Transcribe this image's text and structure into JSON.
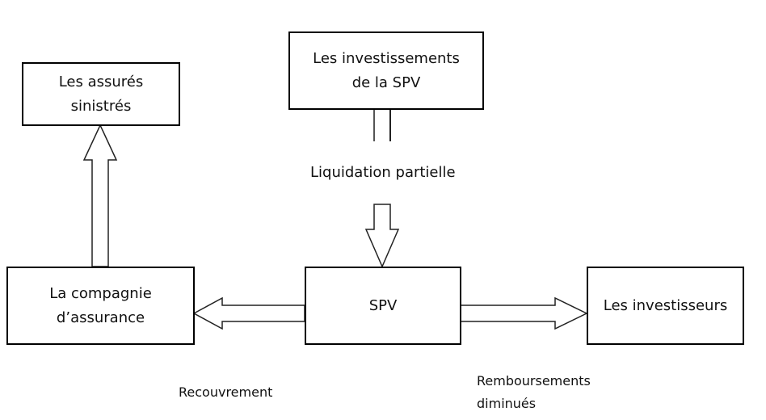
{
  "diagram": {
    "nodes": {
      "insured": {
        "lines": [
          "Les assurés",
          "sinistrés"
        ]
      },
      "investments": {
        "lines": [
          "Les investissements",
          "de la SPV"
        ]
      },
      "insurer": {
        "lines": [
          "La compagnie",
          "d’assurance"
        ]
      },
      "spv": {
        "lines": [
          "SPV"
        ]
      },
      "investors": {
        "lines": [
          "Les investisseurs"
        ]
      }
    },
    "edges": [
      {
        "from": "insurer",
        "to": "insured",
        "label": ""
      },
      {
        "from": "investments",
        "to": "spv",
        "label": "Liquidation partielle"
      },
      {
        "from": "spv",
        "to": "insurer",
        "label": "Recouvrement"
      },
      {
        "from": "spv",
        "to": "investors",
        "label": "Remboursements diminués"
      }
    ],
    "labels": {
      "liquidation": "Liquidation partielle",
      "recovery": "Recouvrement",
      "repayments_line1": "Remboursements",
      "repayments_line2": "diminués"
    },
    "colors": {
      "stroke": "#000000",
      "arrow_stroke": "#222222",
      "background": "#ffffff"
    }
  }
}
